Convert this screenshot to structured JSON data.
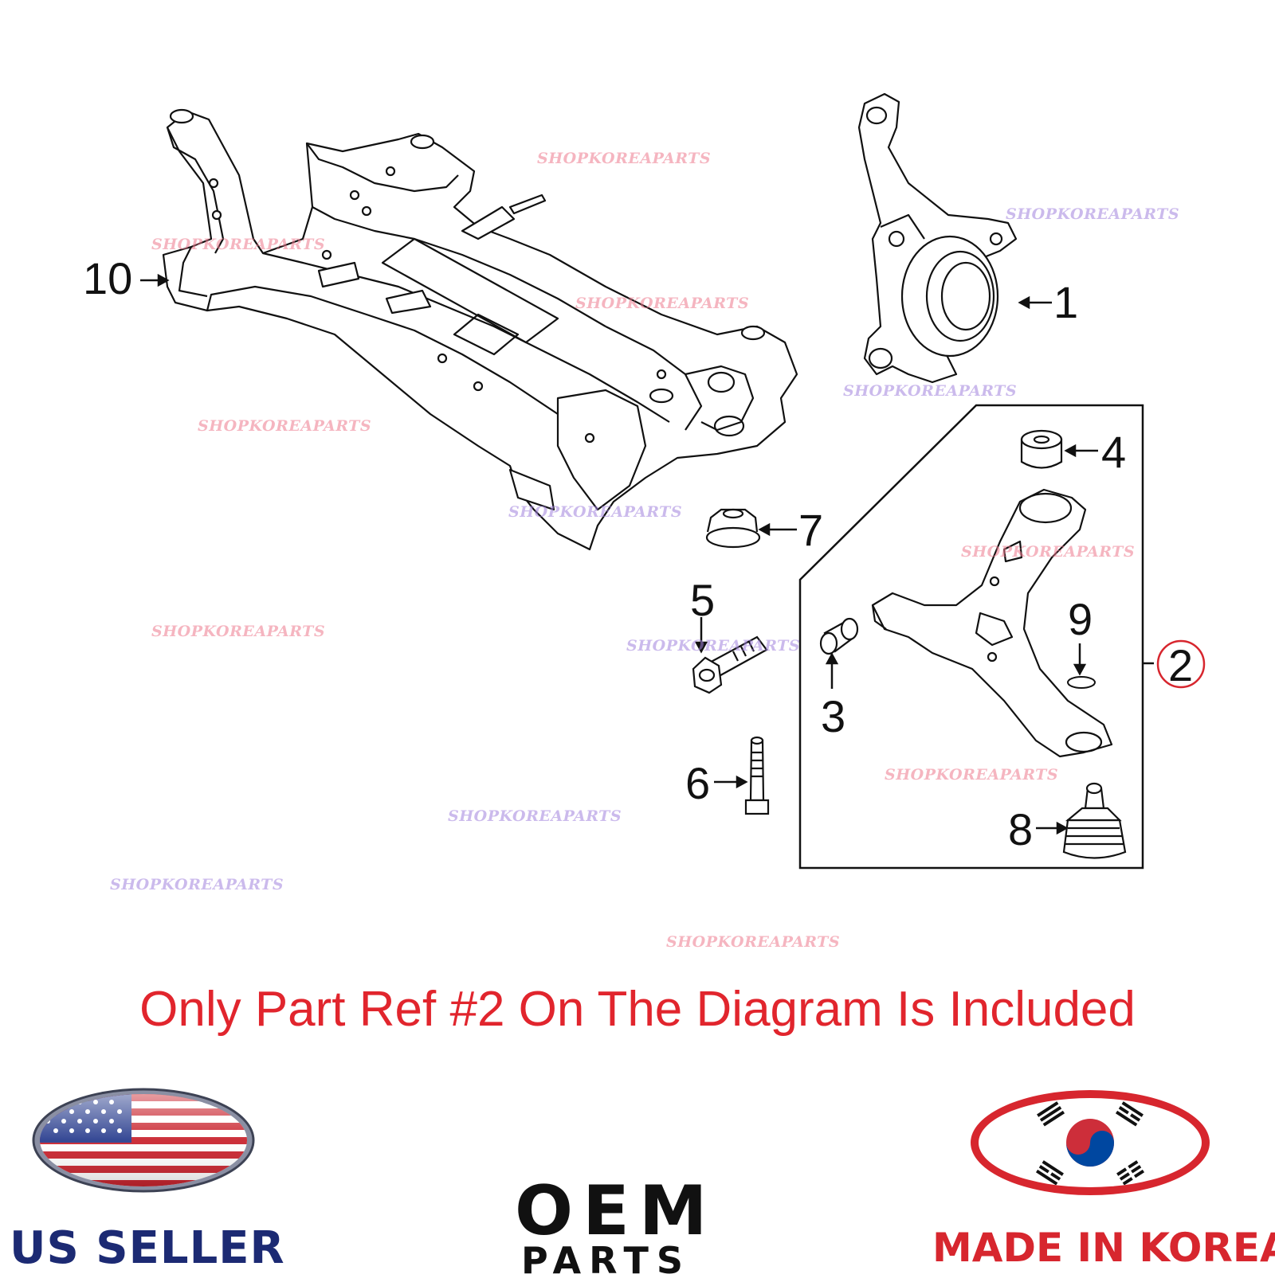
{
  "diagram": {
    "callouts": [
      {
        "id": "1",
        "label": "1"
      },
      {
        "id": "2",
        "label": "2",
        "highlighted": true
      },
      {
        "id": "3",
        "label": "3"
      },
      {
        "id": "4",
        "label": "4"
      },
      {
        "id": "5",
        "label": "5"
      },
      {
        "id": "6",
        "label": "6"
      },
      {
        "id": "7",
        "label": "7"
      },
      {
        "id": "8",
        "label": "8"
      },
      {
        "id": "9",
        "label": "9"
      },
      {
        "id": "10",
        "label": "10"
      }
    ],
    "parts": [
      {
        "name": "subframe"
      },
      {
        "name": "steering-knuckle"
      },
      {
        "name": "lower-control-arm-assembly"
      },
      {
        "name": "bushing"
      },
      {
        "name": "rear-bushing"
      },
      {
        "name": "bolt"
      },
      {
        "name": "long-bolt"
      },
      {
        "name": "flange-nut"
      },
      {
        "name": "ball-joint"
      },
      {
        "name": "clip"
      }
    ],
    "highlight_color": "#d7262e"
  },
  "watermarks": [
    "SHOPKOREAPARTS",
    "SHOPKOREAPARTS",
    "SHOPKOREAPARTS",
    "SHOPKOREAPARTS",
    "SHOPKOREAPARTS",
    "SHOPKOREAPARTS",
    "SHOPKOREAPARTS",
    "SHOPKOREAPARTS",
    "SHOPKOREAPARTS",
    "SHOPKOREAPARTS",
    "SHOPKOREAPARTS",
    "SHOPKOREAPARTS",
    "SHOPKOREAPARTS",
    "SHOPKOREAPARTS"
  ],
  "notice": {
    "text": "Only Part Ref #2 On The Diagram Is Included",
    "color": "#e1252d"
  },
  "badges": {
    "us_seller": {
      "text": "US SELLER",
      "icon": "us-flag-oval-icon",
      "color": "#1c2a73"
    },
    "oem": {
      "line1": "OEM",
      "line2": "PARTS",
      "color": "#111111"
    },
    "korea": {
      "text": "MADE IN KOREA",
      "icon": "korea-flag-oval-icon",
      "color": "#d7262e"
    }
  }
}
